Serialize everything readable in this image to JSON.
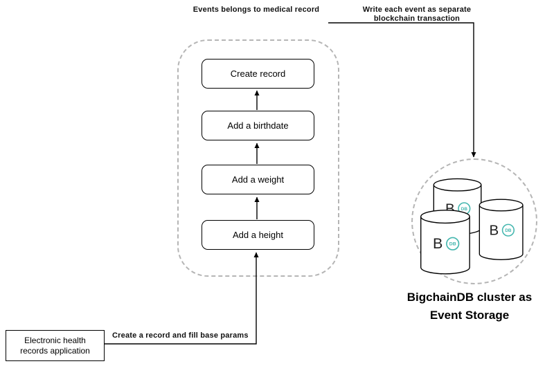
{
  "notes": {
    "events": "Events belongs to medical record",
    "write": "Write each event as separate\nblockchain transaction",
    "create": "Create a record and fill base params"
  },
  "flow": {
    "steps": [
      "Create record",
      "Add a birthdate",
      "Add a weight",
      "Add a height"
    ]
  },
  "app": {
    "label": "Electronic health records application"
  },
  "cluster": {
    "caption": "BigchainDB cluster as\nEvent Storage",
    "logo_letter": "B",
    "logo_badge": "DB"
  },
  "colors": {
    "brand_teal": "#43b6ae",
    "line": "#000000",
    "dashed_border": "#b5b5b5"
  }
}
